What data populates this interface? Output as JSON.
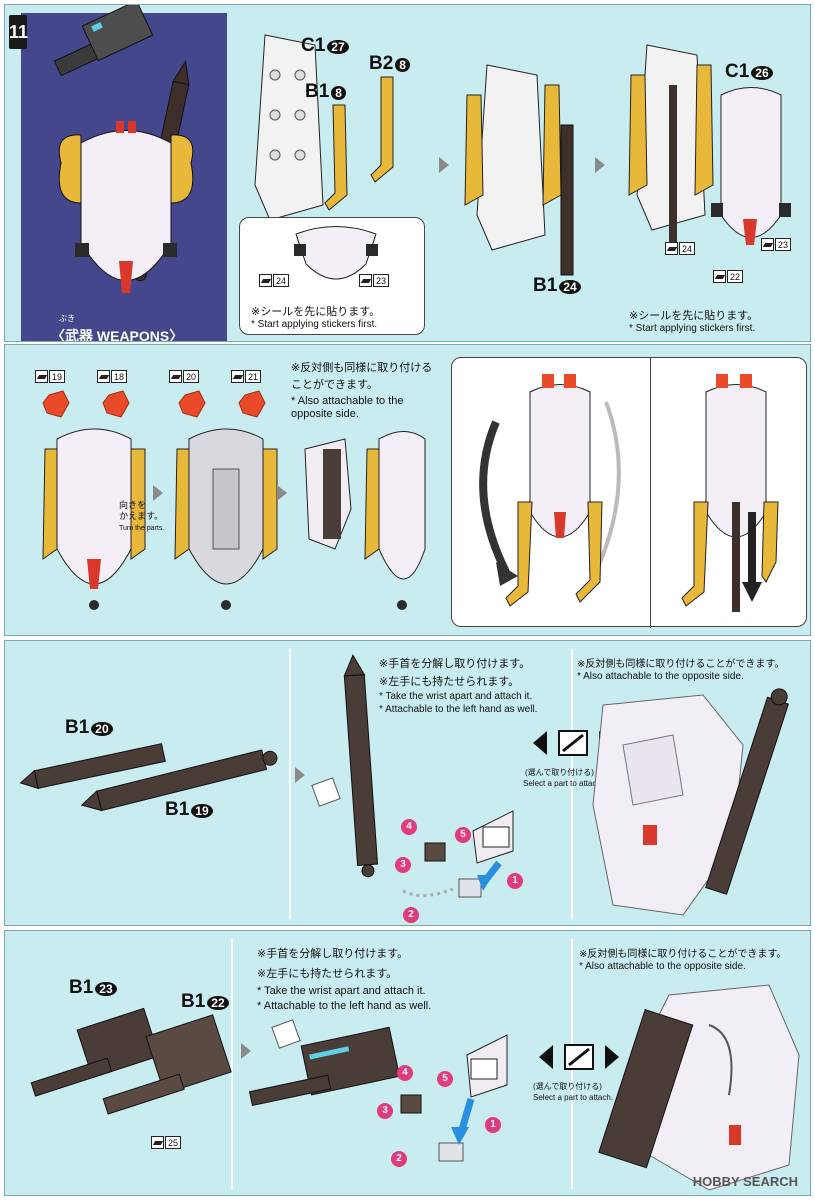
{
  "step": {
    "number": "11"
  },
  "watermark": {
    "text": ""
  },
  "header": {
    "weapons_label": "〈武器 WEAPONS〉",
    "weapons_ruby": "ぶき"
  },
  "panel1": {
    "labels": {
      "c1_27": "C1",
      "c1_27_num": "27",
      "b2_8": "B2",
      "b2_8_num": "8",
      "b1_8": "B1",
      "b1_8_num": "8",
      "b1_24": "B1",
      "b1_24_num": "24",
      "c1_26": "C1",
      "c1_26_num": "26"
    },
    "note_left_jp": "※シールを先に貼ります。",
    "note_left_en": "* Start applying stickers first.",
    "note_right_jp": "※シールを先に貼ります。",
    "note_right_en": "* Start applying stickers first.",
    "stickers": [
      "24",
      "23",
      "24",
      "23",
      "22"
    ]
  },
  "panel2": {
    "stickers": [
      "19",
      "18",
      "20",
      "21"
    ],
    "turn_jp": "向きを\nかえます。",
    "turn_en": "Turn the parts.",
    "note_jp": "※反対側も同様に取り付ける\nことができます。",
    "note_en": "* Also attachable to the\nopposite side."
  },
  "panel3": {
    "labels": {
      "b1_20": "B1",
      "b1_20_num": "20",
      "b1_19": "B1",
      "b1_19_num": "19"
    },
    "note1_jp": "※手首を分解し取り付けます。",
    "note2_jp": "※左手にも持たせられます。",
    "note1_en": "* Take the wrist apart and attach it.",
    "note2_en": "* Attachable to the left hand as well.",
    "note3_jp": "※反対側も同様に取り付けることができます。",
    "note3_en": "* Also attachable to the opposite side.",
    "select_jp": "(選んで取り付ける)",
    "select_en": "Select a part to attach.",
    "steps": [
      "1",
      "2",
      "3",
      "4",
      "5"
    ]
  },
  "panel4": {
    "labels": {
      "b1_23": "B1",
      "b1_23_num": "23",
      "b1_22": "B1",
      "b1_22_num": "22"
    },
    "note1_jp": "※手首を分解し取り付けます。",
    "note2_jp": "※左手にも持たせられます。",
    "note1_en": "* Take the wrist apart and attach it.",
    "note2_en": "* Attachable to the left hand as well.",
    "note3_jp": "※反対側も同様に取り付けることができます。",
    "note3_en": "* Also attachable to the opposite side.",
    "select_jp": "(選んで取り付ける)",
    "select_en": "Select a part to attach.",
    "sticker": "25",
    "steps": [
      "1",
      "2",
      "3",
      "4",
      "5"
    ]
  },
  "footer": {
    "logo": "HOBBY SEARCH"
  },
  "colors": {
    "panel_bg": "#c9ecf1",
    "weapons_bg": "#45478d",
    "yellow": "#e8b83a",
    "red": "#d8392b",
    "dark": "#4a3c36",
    "pink_step": "#e23a7a",
    "blue_arrow": "#2a8fe0"
  }
}
